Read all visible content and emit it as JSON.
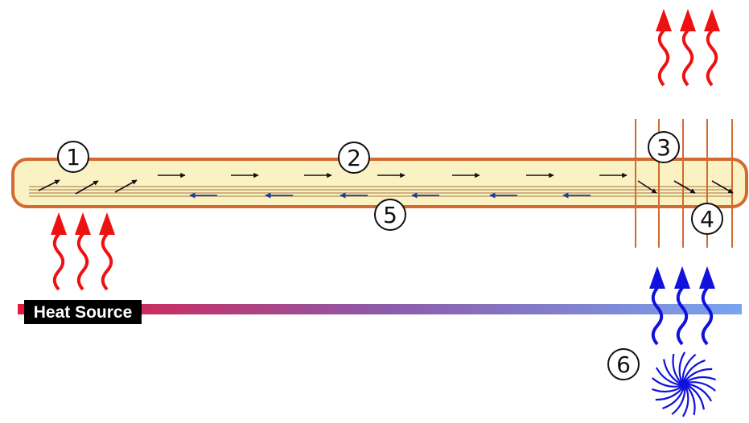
{
  "labels": {
    "heat_source": "Heat Source",
    "n1": "1",
    "n2": "2",
    "n3": "3",
    "n4": "4",
    "n5": "5",
    "n6": "6"
  },
  "colors": {
    "heat_red": "#ee1111",
    "cool_blue": "#1111dd",
    "pipe_outline": "#d26a32",
    "pipe_fill": "#fbf2c4",
    "fin_line": "#d26a32",
    "vapor_arrow": "#111111",
    "liquid_arrow": "#1e3c9c",
    "wick_line": "#b78a58",
    "bar_start": "#e8173c",
    "bar_mid": "#8d5aa8",
    "bar_end": "#78a4ee"
  },
  "icons": {
    "heat_in": "wavy-up-arrow-icon",
    "heat_out": "wavy-up-arrow-icon",
    "cool_in": "wavy-up-arrow-icon",
    "fan": "fan-icon"
  }
}
